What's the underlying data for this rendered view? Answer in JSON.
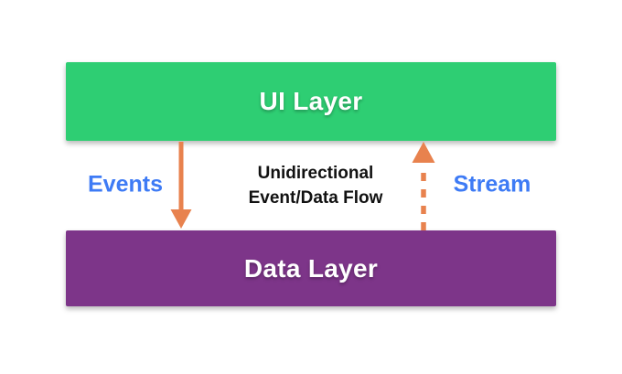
{
  "diagram": {
    "caption": {
      "line1": "Unidirectional",
      "line2": "Event/Data Flow"
    },
    "boxes": [
      {
        "id": "ui-layer",
        "label": "UI Layer",
        "color": "#2ece73"
      },
      {
        "id": "data-layer",
        "label": "Data Layer",
        "color": "#7d3589"
      }
    ],
    "arrows": [
      {
        "id": "events",
        "label": "Events",
        "direction": "down",
        "style": "solid",
        "from": "ui-layer",
        "to": "data-layer",
        "color": "#e8824e"
      },
      {
        "id": "stream",
        "label": "Stream",
        "direction": "up",
        "style": "dashed",
        "from": "data-layer",
        "to": "ui-layer",
        "color": "#e8824e"
      }
    ],
    "colors": {
      "ui_green": "#2ece73",
      "data_purple": "#7d3589",
      "arrow_orange": "#e8824e",
      "label_blue": "#3e7bf5",
      "caption_black": "#111111",
      "background": "#ffffff"
    }
  }
}
